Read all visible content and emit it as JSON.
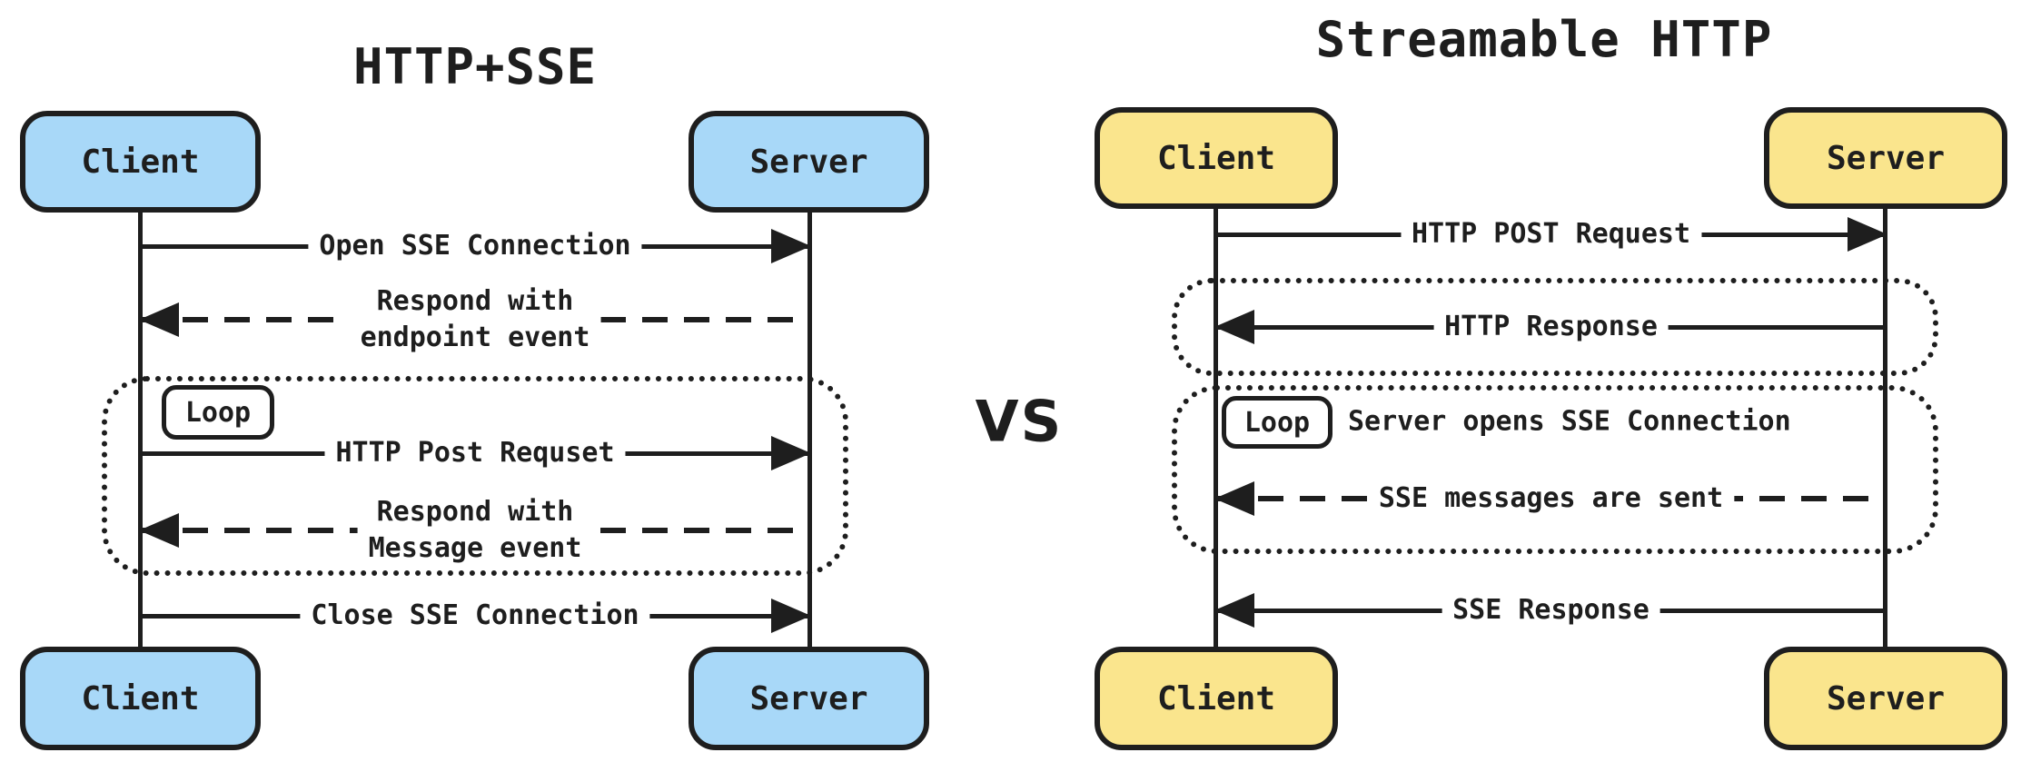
{
  "colors": {
    "stroke": "#1e1e1e",
    "client_server_blue": "#a8d8f8",
    "client_server_yellow": "#fae58d",
    "background": "#ffffff"
  },
  "vs_label": "VS",
  "left": {
    "title": "HTTP+SSE",
    "actors": {
      "client": "Client",
      "server": "Server"
    },
    "loop_label": "Loop",
    "messages": {
      "open": "Open SSE Connection",
      "respond_endpoint_l1": "Respond with",
      "respond_endpoint_l2": "endpoint event",
      "post": "HTTP Post Requset",
      "respond_message_l1": "Respond with",
      "respond_message_l2": "Message event",
      "close": "Close SSE Connection"
    }
  },
  "right": {
    "title": "Streamable HTTP",
    "actors": {
      "client": "Client",
      "server": "Server"
    },
    "loop_label": "Loop",
    "messages": {
      "post": "HTTP POST Request",
      "response": "HTTP Response",
      "loop_note": "Server opens SSE Connection",
      "sse_messages": "SSE messages are sent",
      "sse_response": "SSE Response"
    }
  }
}
